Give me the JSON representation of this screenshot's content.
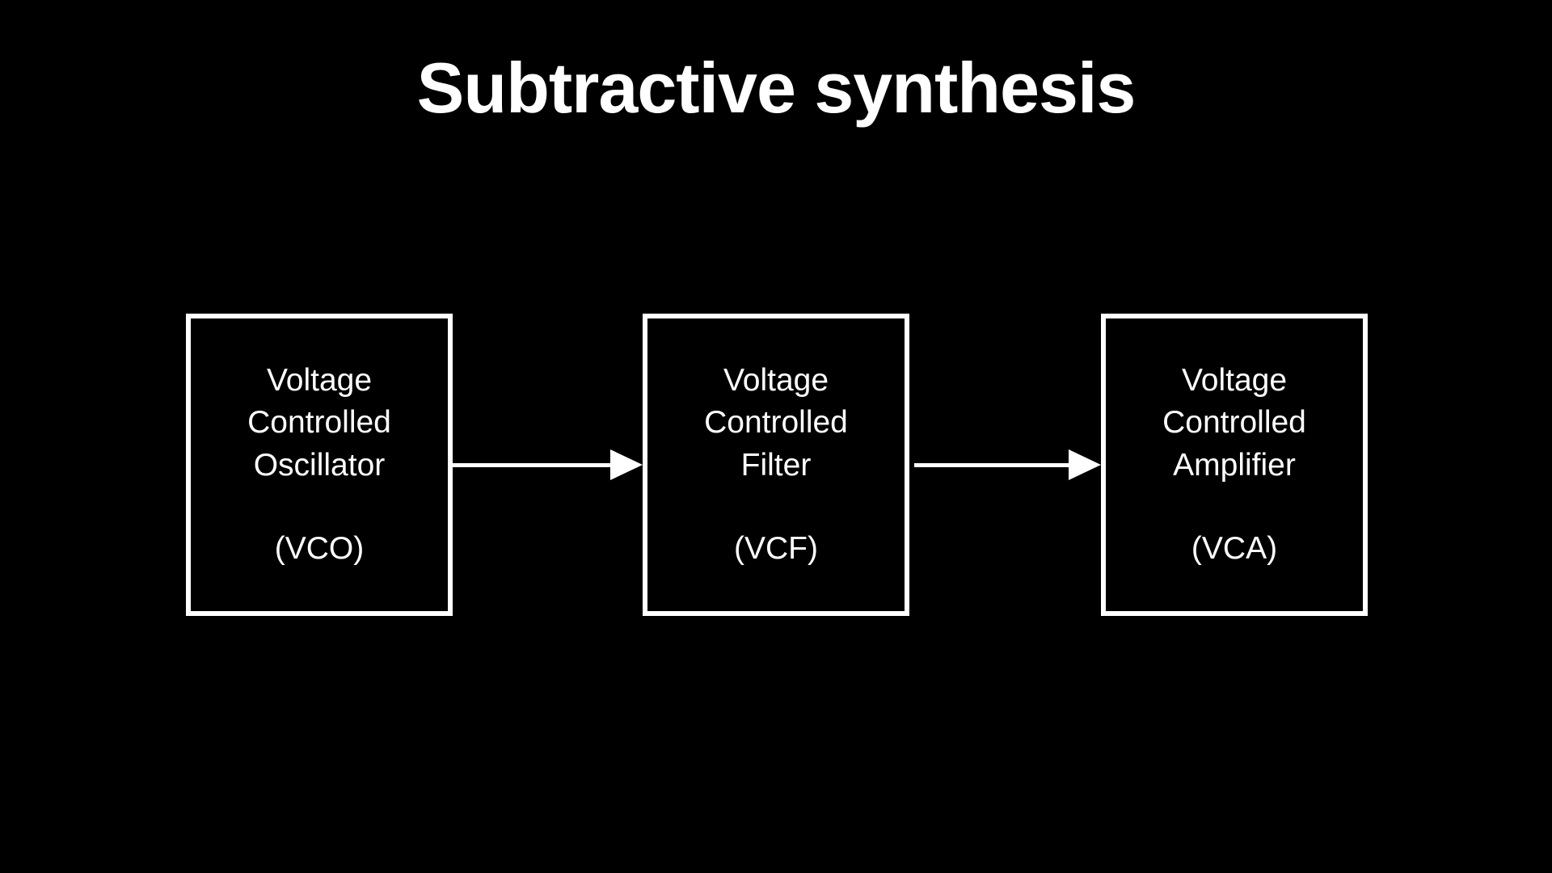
{
  "colors": {
    "background": "#000000",
    "foreground": "#ffffff"
  },
  "title": "Subtractive synthesis",
  "diagram": {
    "boxes": [
      {
        "id": "vco",
        "name": "Voltage\nControlled\nOscillator",
        "abbr": "(VCO)"
      },
      {
        "id": "vcf",
        "name": "Voltage\nControlled\nFilter",
        "abbr": "(VCF)"
      },
      {
        "id": "vca",
        "name": "Voltage\nControlled\nAmplifier",
        "abbr": "(VCA)"
      }
    ],
    "connections": [
      {
        "from": "vco",
        "to": "vcf"
      },
      {
        "from": "vcf",
        "to": "vca"
      }
    ]
  }
}
